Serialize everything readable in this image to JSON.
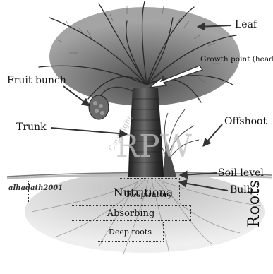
{
  "labels": {
    "leaf": "Leaf",
    "growth_point": "Growth point (head",
    "fruit_bunch": "Fruit bunch",
    "offshoot": "Offshoot",
    "trunk": "Trunk",
    "soil_level": "Soil level",
    "bulb": "Bulb",
    "roots": "Roots",
    "author": "alhadath2001"
  },
  "root_zones": {
    "respiratory": "Respiratory",
    "nutritional": "Nutritiona",
    "absorbing": "Absorbing",
    "deep": "Deep roots"
  },
  "watermark": {
    "letters": "RPW",
    "copyright": "Copyright"
  },
  "colors": {
    "ink": "#111111",
    "foliage": "#5a5a5a",
    "trunk": "#3a3a3a",
    "soil": "#c8c8c8",
    "watermark": "#b8b8b8"
  }
}
